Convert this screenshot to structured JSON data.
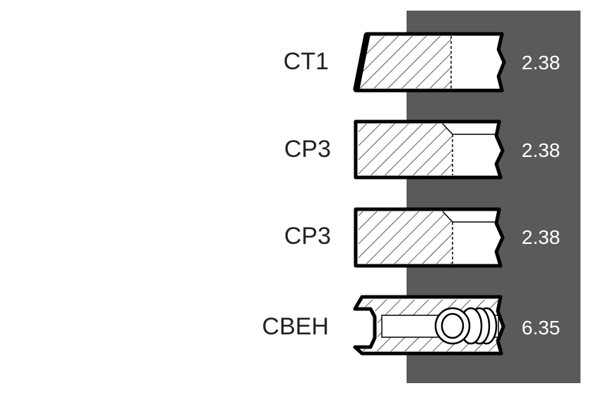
{
  "colors": {
    "background": "#ffffff",
    "panel": "#5a5a5a",
    "ring_fill": "#ffffff",
    "outline": "#000000",
    "value_text": "#ffffff",
    "label_text": "#222222"
  },
  "rings": [
    {
      "label": "CT1",
      "value": "2.38",
      "shape": "taper"
    },
    {
      "label": "CP3",
      "value": "2.38",
      "shape": "rect"
    },
    {
      "label": "CP3",
      "value": "2.38",
      "shape": "rect"
    },
    {
      "label": "CBEH",
      "value": "6.35",
      "shape": "oil"
    }
  ]
}
